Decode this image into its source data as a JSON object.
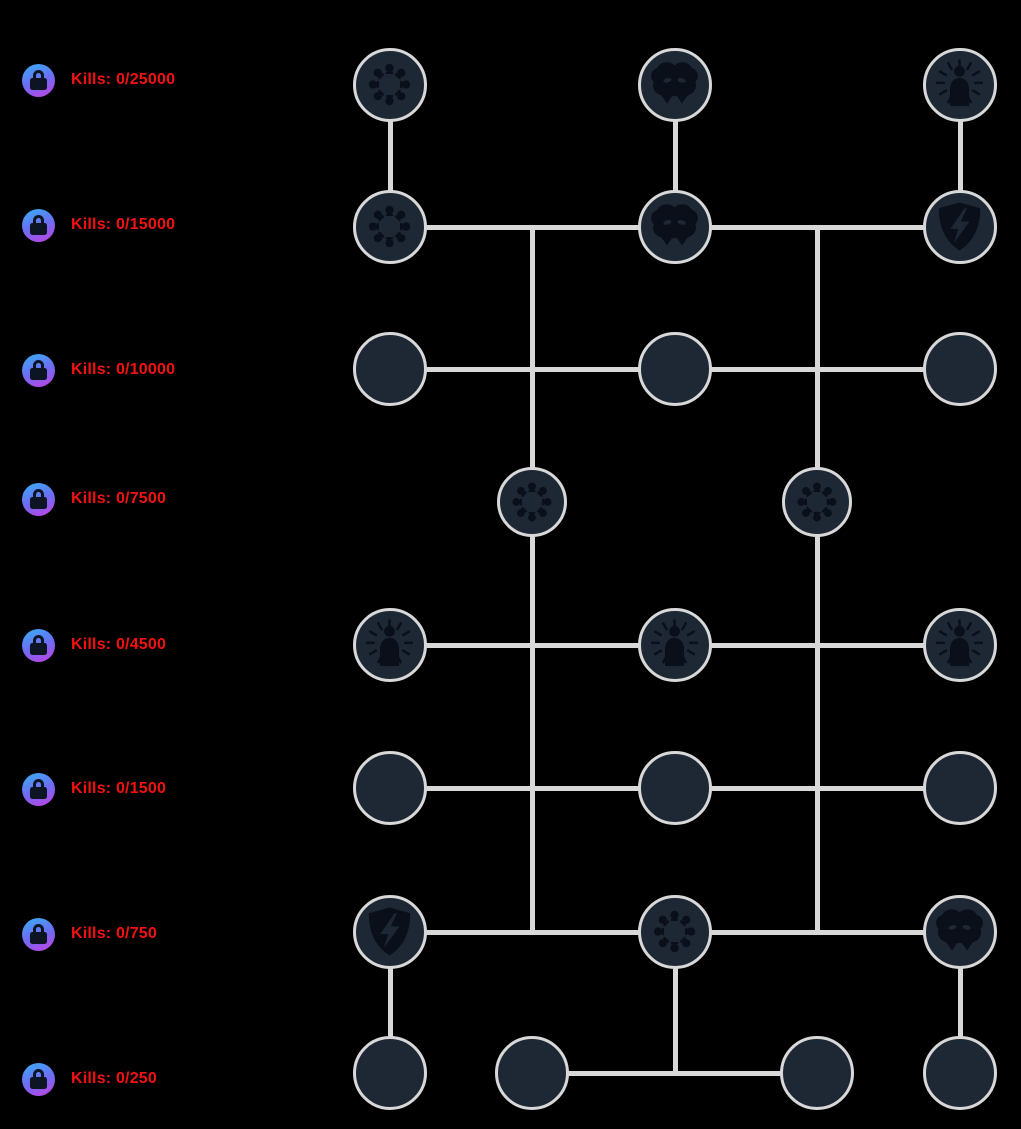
{
  "colors": {
    "background": "#000000",
    "label_color": "#f31212",
    "line_color": "#d8d8d8",
    "node_border": "#d8d8d8",
    "node_fill": "#1e2834",
    "icon_fill": "#0a0f1a",
    "lock_glyph": "#0d1524",
    "lock_gradient_start": "#35b0f8",
    "lock_gradient_end": "#c63fe3"
  },
  "icons_used": [
    "lock-icon",
    "skulls-circle-icon",
    "dragon-head-icon",
    "person-rays-icon",
    "shield-lightning-icon"
  ],
  "rows": [
    {
      "kills_label": "Kills: 0/25000"
    },
    {
      "kills_label": "Kills: 0/15000"
    },
    {
      "kills_label": "Kills: 0/10000"
    },
    {
      "kills_label": "Kills: 0/7500"
    },
    {
      "kills_label": "Kills: 0/4500"
    },
    {
      "kills_label": "Kills: 0/1500"
    },
    {
      "kills_label": "Kills: 0/750"
    },
    {
      "kills_label": "Kills: 0/250"
    }
  ],
  "tree": {
    "columns": [
      "A",
      "B",
      "C",
      "D",
      "E"
    ],
    "nodes": [
      {
        "row": 1,
        "col": "A",
        "icon": "skulls-circle"
      },
      {
        "row": 1,
        "col": "C",
        "icon": "dragon-head"
      },
      {
        "row": 1,
        "col": "E",
        "icon": "person-rays"
      },
      {
        "row": 2,
        "col": "A",
        "icon": "skulls-circle"
      },
      {
        "row": 2,
        "col": "C",
        "icon": "dragon-head"
      },
      {
        "row": 2,
        "col": "E",
        "icon": "shield-lightning"
      },
      {
        "row": 3,
        "col": "A",
        "icon": "none"
      },
      {
        "row": 3,
        "col": "C",
        "icon": "none"
      },
      {
        "row": 3,
        "col": "E",
        "icon": "none"
      },
      {
        "row": 4,
        "col": "B",
        "icon": "skulls-circle"
      },
      {
        "row": 4,
        "col": "D",
        "icon": "skulls-circle"
      },
      {
        "row": 5,
        "col": "A",
        "icon": "person-rays"
      },
      {
        "row": 5,
        "col": "C",
        "icon": "person-rays"
      },
      {
        "row": 5,
        "col": "E",
        "icon": "person-rays"
      },
      {
        "row": 6,
        "col": "A",
        "icon": "none"
      },
      {
        "row": 6,
        "col": "C",
        "icon": "none"
      },
      {
        "row": 6,
        "col": "E",
        "icon": "none"
      },
      {
        "row": 7,
        "col": "A",
        "icon": "shield-lightning"
      },
      {
        "row": 7,
        "col": "C",
        "icon": "skulls-circle"
      },
      {
        "row": 7,
        "col": "E",
        "icon": "dragon-head"
      },
      {
        "row": 8,
        "col": "A",
        "icon": "none"
      },
      {
        "row": 8,
        "col": "B",
        "icon": "none"
      },
      {
        "row": 8,
        "col": "D",
        "icon": "none"
      },
      {
        "row": 8,
        "col": "E",
        "icon": "none"
      }
    ],
    "connections": [
      {
        "from": [
          "A",
          1
        ],
        "to": [
          "A",
          2
        ]
      },
      {
        "from": [
          "C",
          1
        ],
        "to": [
          "C",
          2
        ]
      },
      {
        "from": [
          "E",
          1
        ],
        "to": [
          "E",
          2
        ]
      },
      {
        "from": [
          "A",
          2
        ],
        "to": [
          "E",
          2
        ]
      },
      {
        "from": [
          "A",
          3
        ],
        "to": [
          "E",
          3
        ]
      },
      {
        "from": [
          "B",
          2
        ],
        "to": [
          "B",
          7
        ]
      },
      {
        "from": [
          "D",
          2
        ],
        "to": [
          "D",
          7
        ]
      },
      {
        "from": [
          "A",
          5
        ],
        "to": [
          "E",
          5
        ]
      },
      {
        "from": [
          "A",
          6
        ],
        "to": [
          "E",
          6
        ]
      },
      {
        "from": [
          "A",
          7
        ],
        "to": [
          "E",
          7
        ]
      },
      {
        "from": [
          "A",
          7
        ],
        "to": [
          "A",
          8
        ]
      },
      {
        "from": [
          "C",
          7
        ],
        "to": [
          "C",
          8
        ]
      },
      {
        "from": [
          "E",
          7
        ],
        "to": [
          "E",
          8
        ]
      },
      {
        "from": [
          "B",
          8
        ],
        "to": [
          "D",
          8
        ]
      }
    ]
  }
}
